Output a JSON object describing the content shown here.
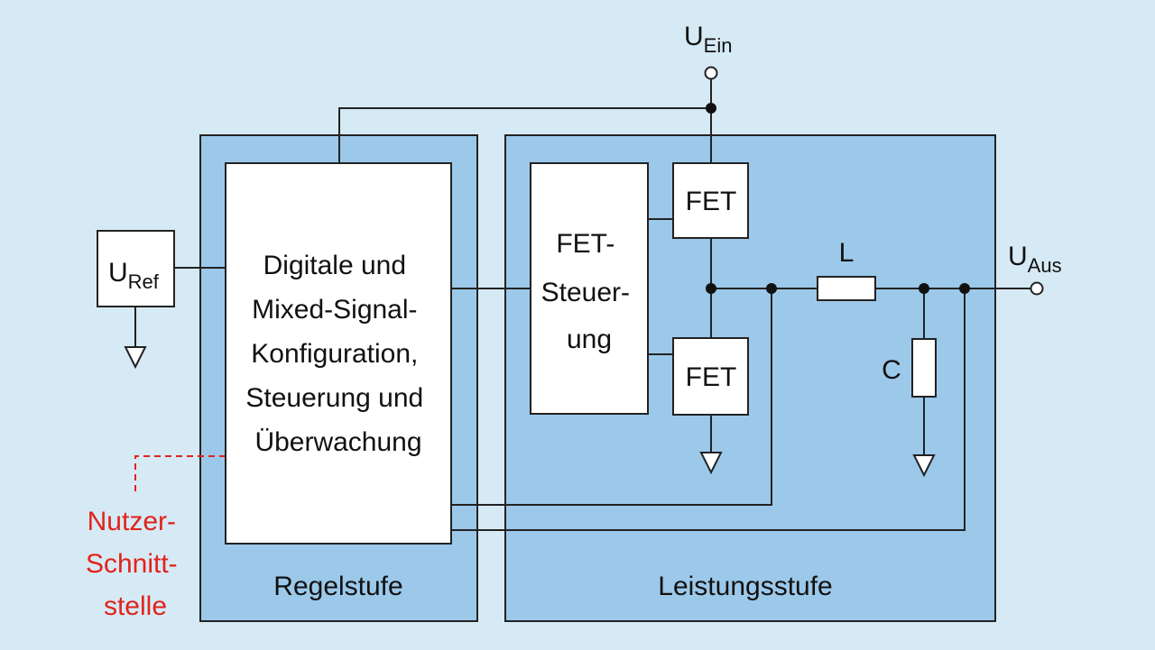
{
  "nodes": {
    "u_ein": {
      "main": "U",
      "sub": "Ein"
    },
    "u_aus": {
      "main": "U",
      "sub": "Aus"
    },
    "u_ref": {
      "main": "U",
      "sub": "Ref"
    }
  },
  "blocks": {
    "regelstufe": "Regelstufe",
    "leistungsstufe": "Leistungsstufe",
    "controller": [
      "Digitale und",
      "Mixed-Signal-",
      "Konfiguration,",
      "Steuerung und",
      "Überwachung"
    ],
    "fet_steuerung": [
      "FET-",
      "Steuer-",
      "ung"
    ],
    "fet_top": "FET",
    "fet_bottom": "FET",
    "inductor": "L",
    "capacitor": "C"
  },
  "user_interface": [
    "Nutzer-",
    "Schnitt-",
    "stelle"
  ],
  "colors": {
    "background": "#d6eaf5",
    "stage_fill": "#9cc8ea",
    "box_fill": "#ffffff",
    "line": "#222222",
    "accent_red": "#e2231a"
  }
}
